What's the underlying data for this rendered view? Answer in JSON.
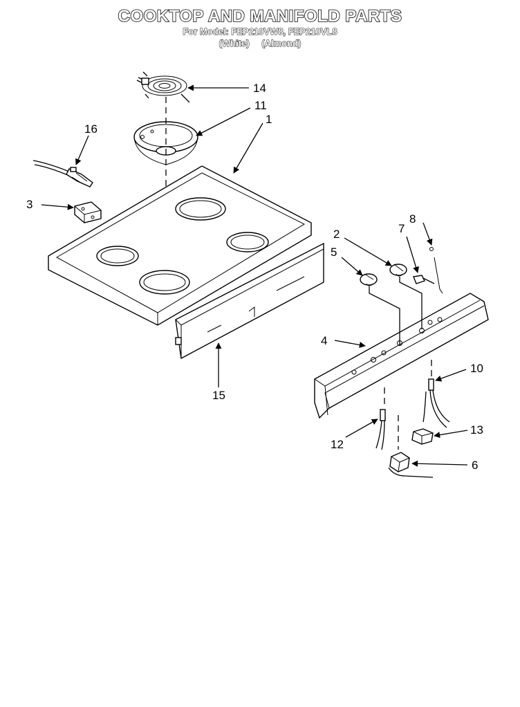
{
  "header": {
    "title": "COOKTOP AND MANIFOLD PARTS",
    "model_line": "For Model: FEP210VW8, FEP210VL8",
    "finish_white": "(White)",
    "finish_almond": "(Almond)"
  },
  "callouts": {
    "c1": "1",
    "c2": "2",
    "c3": "3",
    "c4": "4",
    "c5": "5",
    "c6": "6",
    "c7": "7",
    "c8": "8",
    "c10": "10",
    "c11": "11",
    "c12": "12",
    "c13": "13",
    "c14": "14",
    "c15": "15",
    "c16": "16"
  },
  "colors": {
    "line": "#000000",
    "background": "#ffffff"
  }
}
